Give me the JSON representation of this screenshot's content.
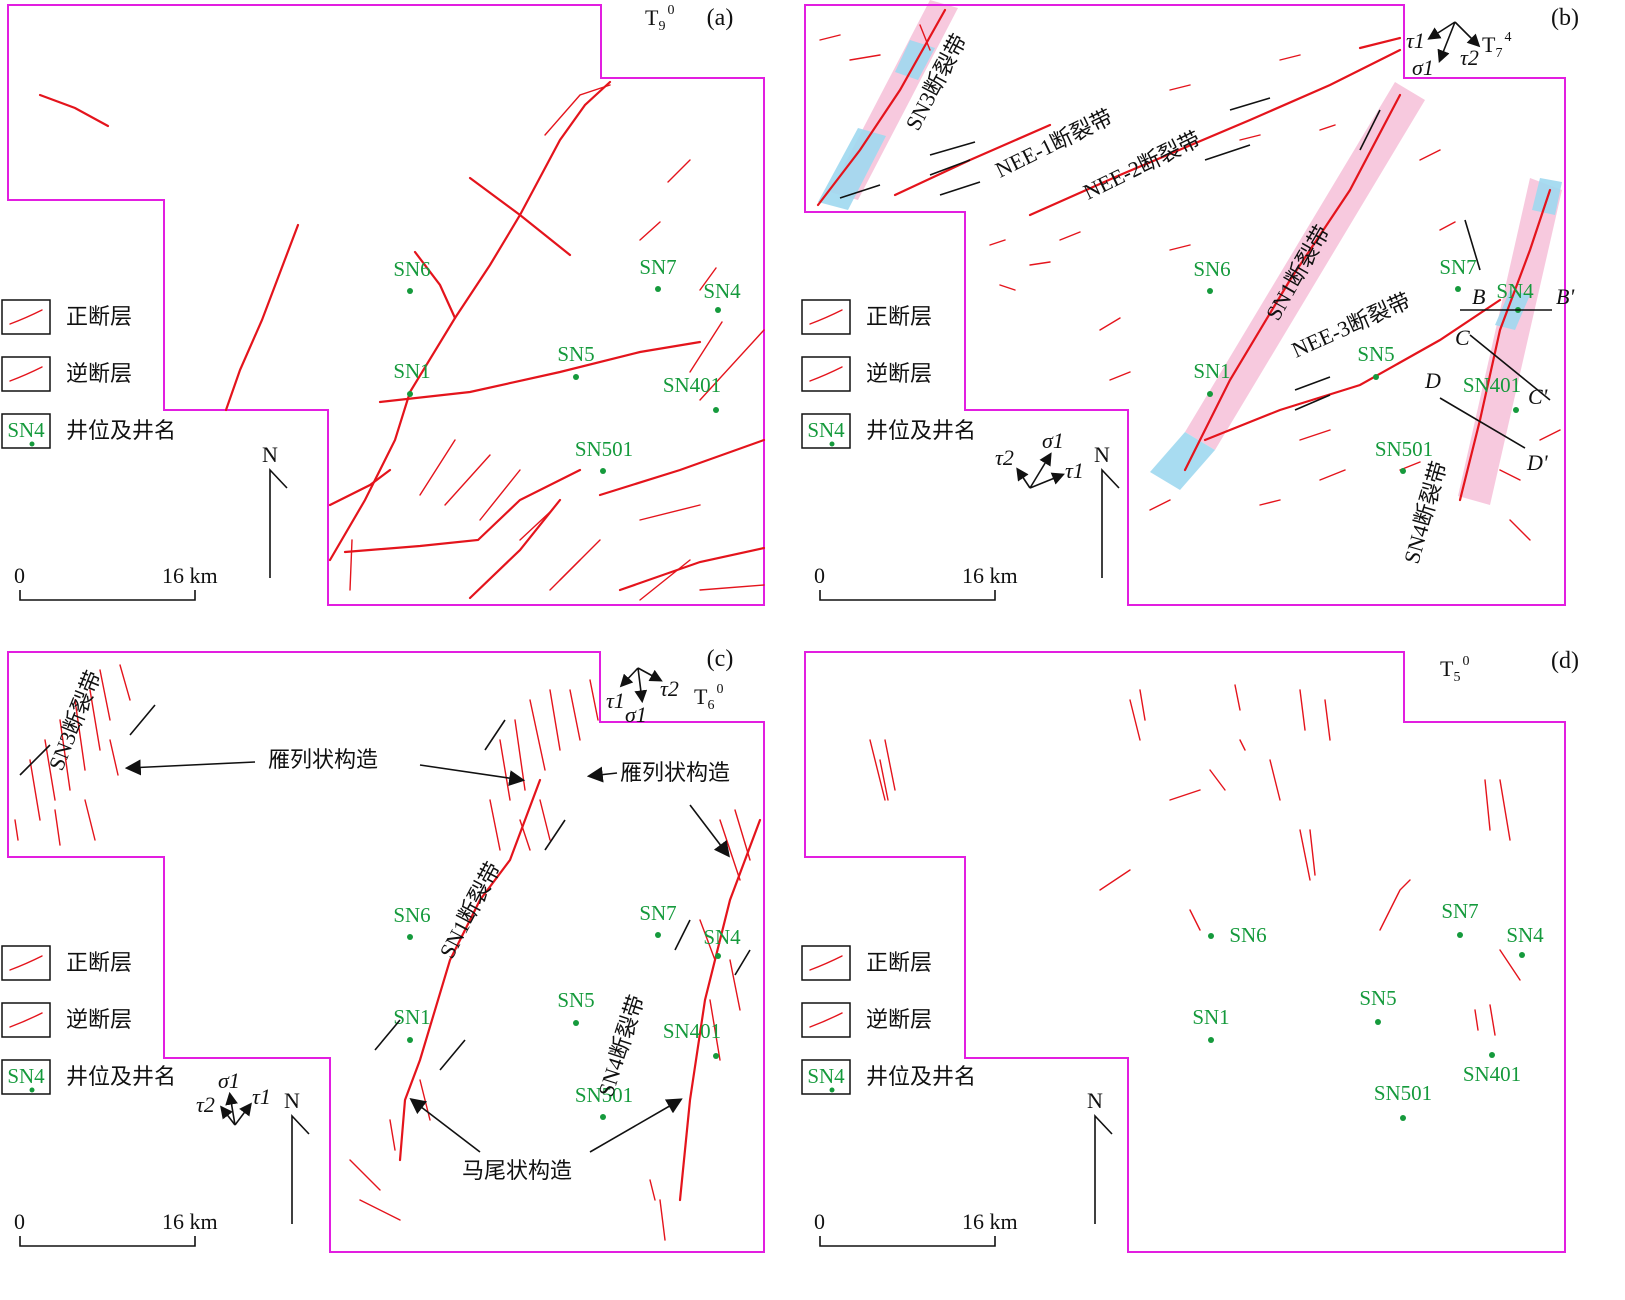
{
  "panels": [
    {
      "id": "a",
      "label": "(a)",
      "horizon": {
        "base": "T",
        "sub": "9",
        "sup": "0"
      }
    },
    {
      "id": "b",
      "label": "(b)",
      "horizon": {
        "base": "T",
        "sub": "7",
        "sup": "4"
      }
    },
    {
      "id": "c",
      "label": "(c)",
      "horizon": {
        "base": "T",
        "sub": "6",
        "sup": "0"
      }
    },
    {
      "id": "d",
      "label": "(d)",
      "horizon": {
        "base": "T",
        "sub": "5",
        "sup": "0"
      }
    }
  ],
  "wells": [
    "SN6",
    "SN7",
    "SN4",
    "SN5",
    "SN1",
    "SN401",
    "SN501"
  ],
  "legend": {
    "normal_fault": "正断层",
    "reverse_fault": "逆断层",
    "well": "井位及井名",
    "well_sample": "SN4"
  },
  "scale": {
    "zero": "0",
    "distance": "16 km"
  },
  "north": "N",
  "stress": {
    "tau1": "τ1",
    "tau2": "τ2",
    "sigma1": "σ1"
  },
  "panel_b_labels": {
    "sn3": "SN3断裂带",
    "nee1": "NEE-1断裂带",
    "nee2": "NEE-2断裂带",
    "sn1": "SN1断裂带",
    "nee3": "NEE-3断裂带",
    "sn4": "SN4断裂带",
    "B": "B",
    "B2": "B'",
    "C": "C",
    "C2": "C'",
    "D": "D",
    "D2": "D'"
  },
  "panel_c_labels": {
    "sn3": "SN3断裂带",
    "echelon1": "雁列状构造",
    "echelon2": "雁列状构造",
    "sn1": "SN1断裂带",
    "sn4": "SN4断裂带",
    "horsetail": "马尾状构造"
  },
  "colors": {
    "boundary": "#e21ee0",
    "fault": "#e4141c",
    "well": "#159a3c",
    "band_pink": "#f5bcd6",
    "band_blue": "#9fd8f0"
  }
}
